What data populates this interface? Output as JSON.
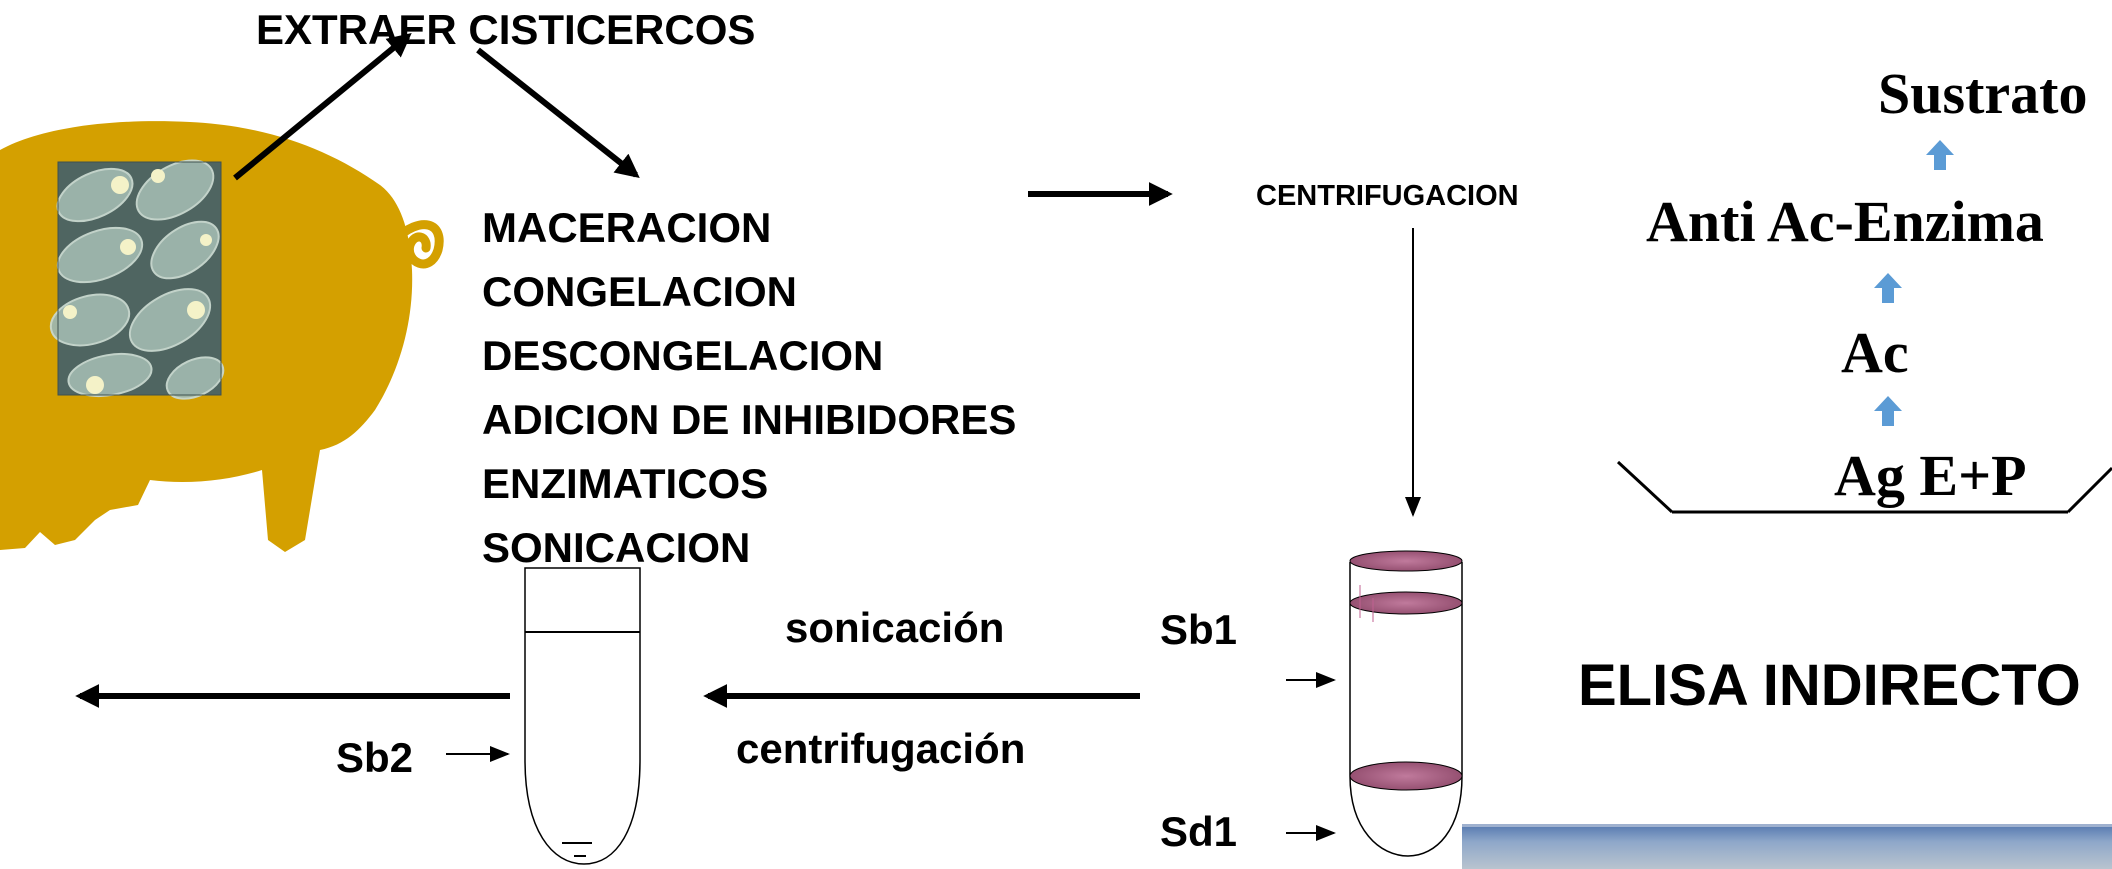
{
  "title": "EXTRAER CISTICERCOS",
  "steps": [
    "MACERACION",
    "CONGELACION",
    "DESCONGELACION",
    "ADICION DE INHIBIDORES",
    "ENZIMATICOS",
    "SONICACION"
  ],
  "centrifugacion_label": "CENTRIFUGACION",
  "sonicacion_label": "sonicación",
  "centrifugacion_lower_label": "centrifugación",
  "tube_labels": {
    "sb1": "Sb1",
    "sd1": "Sd1",
    "sb2": "Sb2"
  },
  "elisa": {
    "title": "ELISA INDIRECTO",
    "layers": [
      "Sustrato",
      "Anti Ac-Enzima",
      "Ac",
      "Ag E+P"
    ]
  },
  "colors": {
    "pig": "#D4A000",
    "tube_band": "#A0587C",
    "arrow_blue": "#5B9BD5"
  },
  "icons": [
    "pig-silhouette",
    "cysticerci-photo",
    "test-tube",
    "up-arrow-icon"
  ]
}
